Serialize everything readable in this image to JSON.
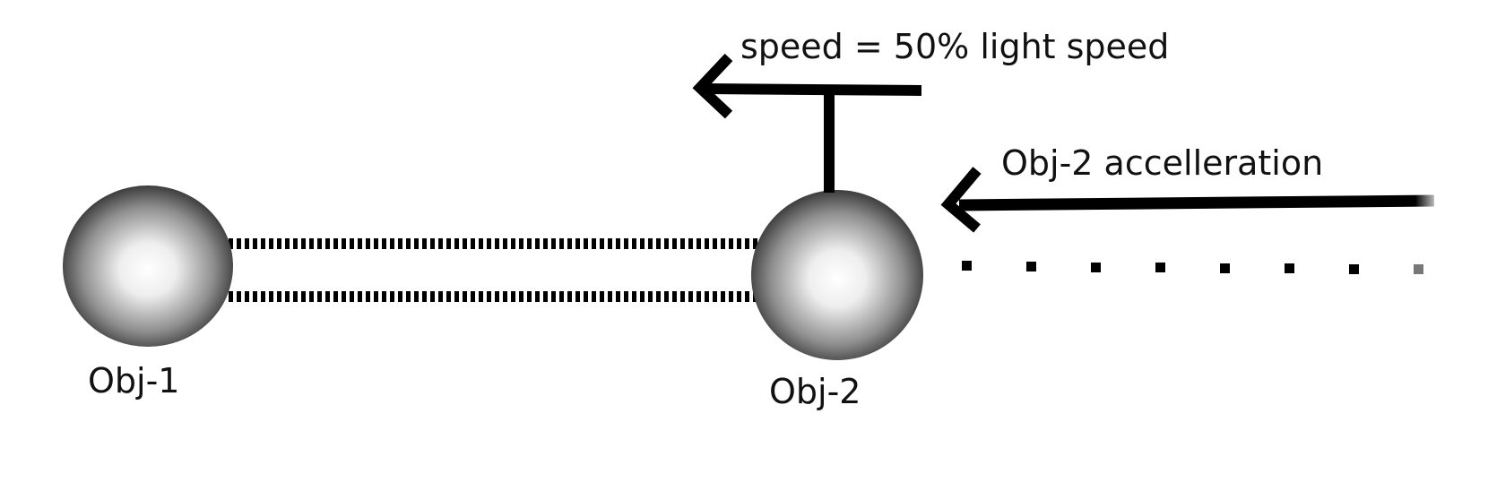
{
  "diagram": {
    "objects": [
      {
        "label": "Obj-1"
      },
      {
        "label": "Obj-2"
      }
    ],
    "speed_label": "speed = 50% light speed",
    "acceleration_label": "Obj-2 accelleration"
  },
  "colors": {
    "stroke": "#000000",
    "sphere_highlight": "#ffffff",
    "sphere_shadow": "#2a2a2a"
  }
}
